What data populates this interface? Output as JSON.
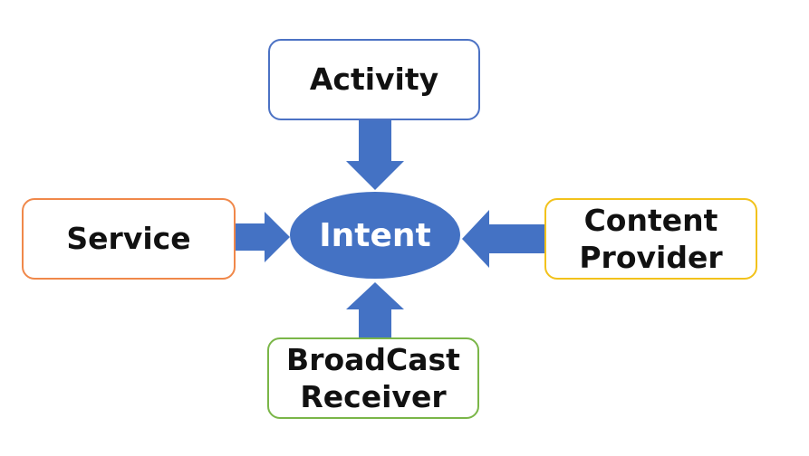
{
  "diagram": {
    "center": {
      "label": "Intent"
    },
    "nodes": {
      "activity": {
        "lines": [
          "Activity"
        ]
      },
      "service": {
        "lines": [
          "Service"
        ]
      },
      "content_provider": {
        "lines": [
          "Content",
          "Provider"
        ]
      },
      "broadcast_receiver": {
        "lines": [
          "BroadCast",
          "Receiver"
        ]
      }
    }
  },
  "colors": {
    "hub": "#4472c4",
    "arrow": "#4472c4",
    "activity_border": "#4c72c4",
    "service_border": "#f0884a",
    "content_provider_border": "#f2c21b",
    "broadcast_receiver_border": "#7ab648"
  }
}
